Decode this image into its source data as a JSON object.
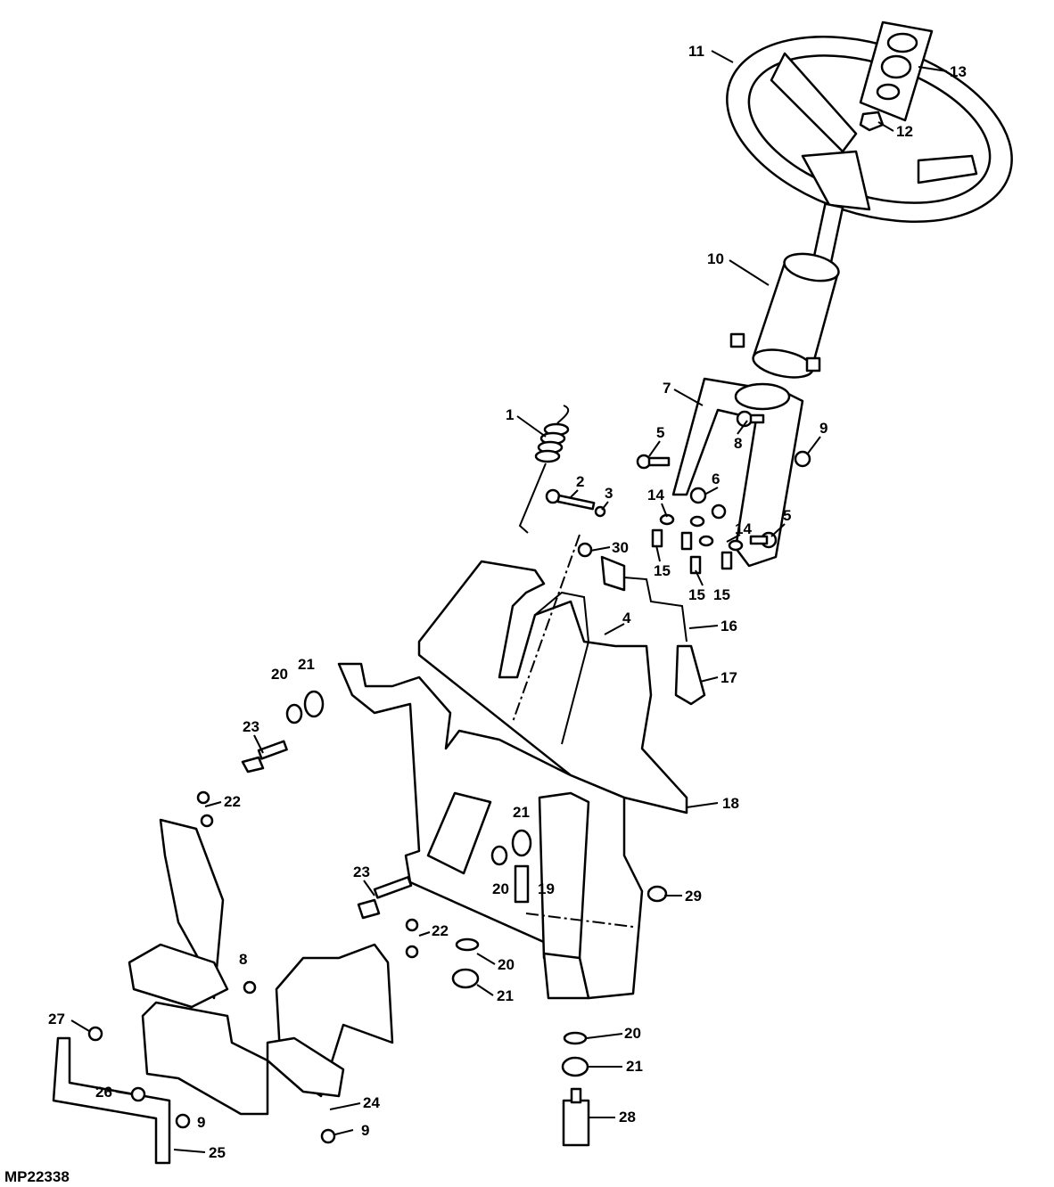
{
  "figure_id": "MP22338",
  "callouts": [
    "11",
    "13",
    "12",
    "10",
    "7",
    "1",
    "5",
    "8",
    "9",
    "2",
    "3",
    "6",
    "14",
    "5",
    "14",
    "15",
    "15",
    "15",
    "30",
    "4",
    "16",
    "17",
    "21",
    "20",
    "23",
    "18",
    "22",
    "21",
    "23",
    "20",
    "19",
    "29",
    "22",
    "20",
    "21",
    "8",
    "27",
    "20",
    "21",
    "26",
    "24",
    "9",
    "9",
    "28",
    "25"
  ]
}
